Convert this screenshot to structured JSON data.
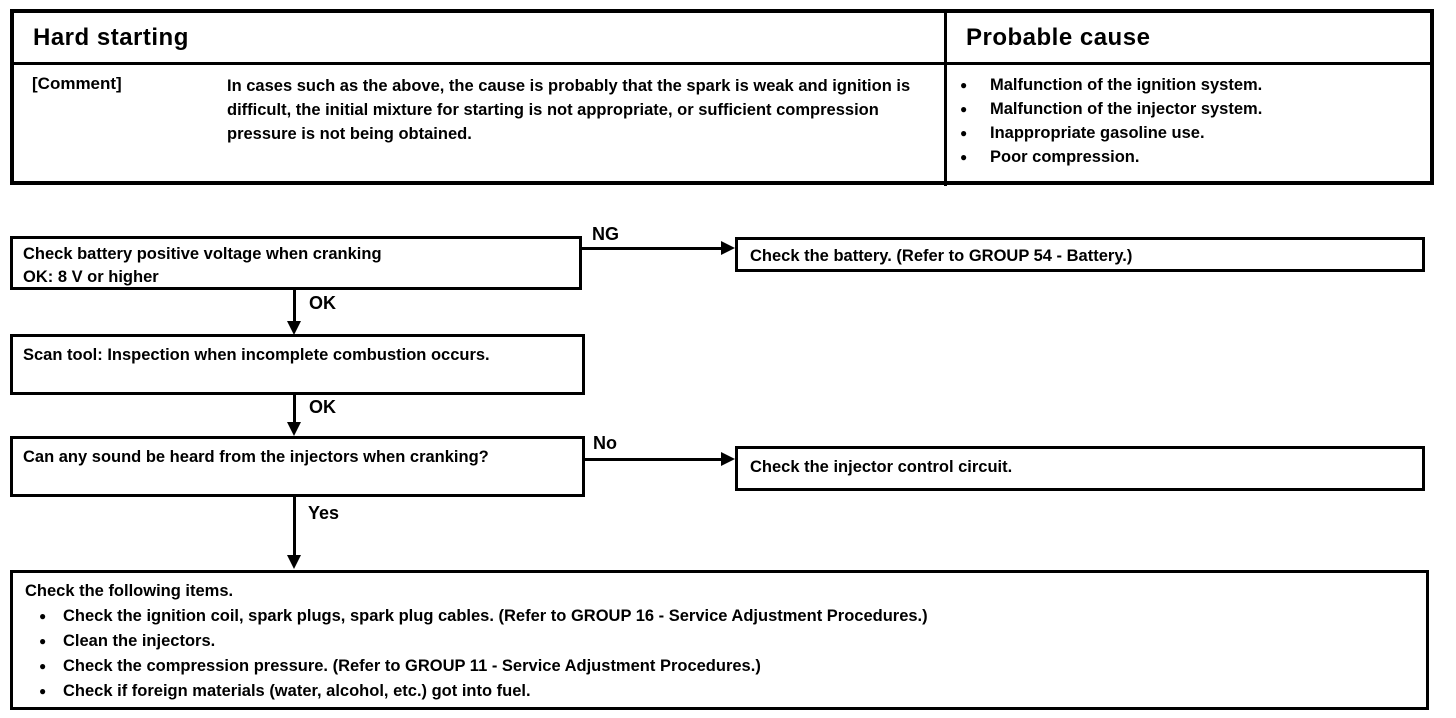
{
  "table": {
    "header_left": "Hard starting",
    "header_right": "Probable cause",
    "comment_label": "[Comment]",
    "comment_text": "In cases such as the above, the cause is probably that the spark is weak and ignition is difficult, the initial mixture for starting is not appropriate, or sufficient compression pressure is not being obtained.",
    "causes": [
      "Malfunction of the ignition system.",
      "Malfunction of the injector system.",
      "Inappropriate gasoline use.",
      "Poor compression."
    ]
  },
  "flowchart": {
    "step1_line1": "Check battery positive voltage when cranking",
    "step1_line2": "OK: 8 V or higher",
    "ng_label": "NG",
    "ng_action": "Check the battery. (Refer to GROUP 54 - Battery.)",
    "ok_label_1": "OK",
    "step2": "Scan tool: Inspection when incomplete combustion occurs.",
    "ok_label_2": "OK",
    "step3": "Can any sound be heard from the injectors when cranking?",
    "no_label": "No",
    "no_action": "Check the injector control circuit.",
    "yes_label": "Yes",
    "final_title": "Check the following items.",
    "final_items": [
      "Check the ignition coil, spark plugs, spark plug cables. (Refer to GROUP 16 - Service Adjustment Procedures.)",
      "Clean the injectors.",
      "Check the compression pressure. (Refer to GROUP 11 - Service Adjustment Procedures.)",
      "Check if foreign materials (water, alcohol, etc.) got into fuel."
    ]
  }
}
